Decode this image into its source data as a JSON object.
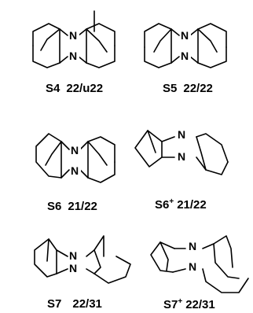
{
  "structures": [
    {
      "id": "S4",
      "ratio": "22/u22",
      "charge": ""
    },
    {
      "id": "S5",
      "ratio": "22/22",
      "charge": ""
    },
    {
      "id": "S6",
      "ratio": "21/22",
      "charge": ""
    },
    {
      "id": "S6",
      "ratio": "21/22",
      "charge": "+"
    },
    {
      "id": "S7",
      "ratio": "22/31",
      "charge": ""
    },
    {
      "id": "S7",
      "ratio": "22/31",
      "charge": "+"
    }
  ],
  "atoms": {
    "nitrogen": "N"
  }
}
